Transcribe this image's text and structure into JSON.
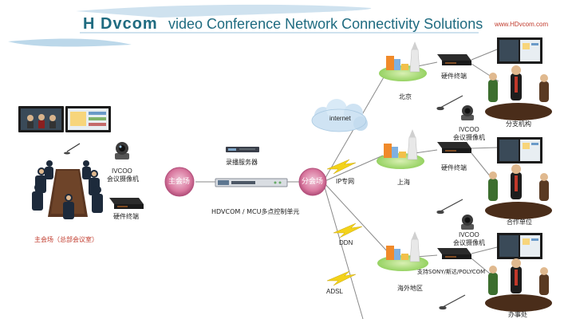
{
  "header": {
    "brand": "H Dvcom",
    "title": "video Conference  Network Connectivity Solutions",
    "url": "www.HDvcom.com"
  },
  "left": {
    "camera_label_1": "IVCOO",
    "camera_label_2": "会议摄像机",
    "terminal_label": "硬件终端",
    "room_label": "主会场（总部会议室）",
    "main_hall": "主会场"
  },
  "center": {
    "recorder_label": "录播服务器",
    "mcu_label": "HDVCOM / MCU多点控制单元",
    "branch_hub": "分会场"
  },
  "networks": {
    "internet": "internet",
    "ip": "IP专网",
    "ddn": "DDN",
    "adsl": "ADSL"
  },
  "cities": {
    "beijing": "北京",
    "shanghai": "上海",
    "overseas": "海外地区"
  },
  "right": {
    "terminal_1": "硬件终端",
    "terminal_2": "硬件终端",
    "cam1_1": "IVCOO",
    "cam1_2": "会议摄像机",
    "cam2_1": "IVCOO",
    "cam2_2": "会议摄像机",
    "branch": "分支机构",
    "partner": "合作单位",
    "office": "办事处",
    "brands": "支持SONY/斯达/POLYCOM"
  },
  "colors": {
    "brand": "#1f6b80",
    "hub": "#c8648c",
    "cloud": "#cfe3f3",
    "bolt": "#f3d21a",
    "line": "#8a8a8a"
  }
}
